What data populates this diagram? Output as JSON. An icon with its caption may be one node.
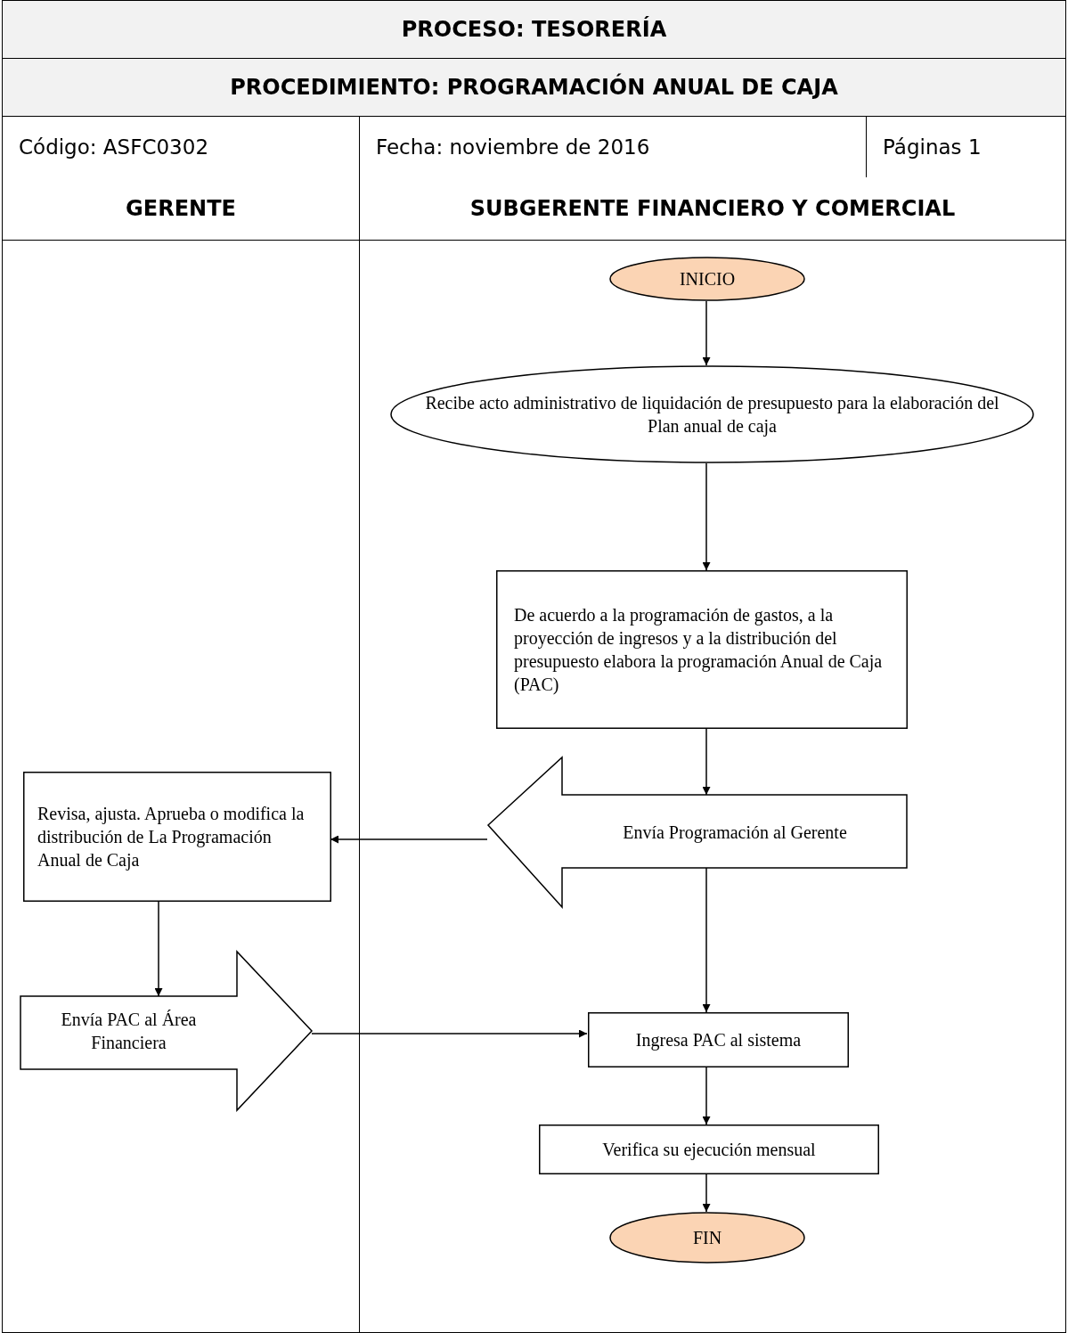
{
  "diagram": {
    "title": "PROCESO: TESORERÍA",
    "nodes": [
      {
        "text": [
          "GERENTE"
        ]
      },
      {
        "text": [
          "SUBGERENTE FINANCIERO Y COMERCIAL"
        ]
      },
      {
        "text": [
          "INICIO"
        ],
        "in": 1
      },
      {
        "text": [
          "Recibe acto administrativo de liquidación de presupuesto para la elaboración del Plan anual de caja"
        ],
        "in": 1
      },
      {
        "text": [
          "De acuerdo a la programación de gastos, a la proyección de ingresos y a la distribución del presupuesto elabora la programación Anual de Caja (PAC)"
        ],
        "in": 1
      },
      {
        "text": [
          "Envía Programación al Gerente"
        ],
        "in": 1
      },
      {
        "text": [
          "Revisa, ajusta. Aprueba o modifica la distribución de La Programación Anual de Caja"
        ],
        "in": 0
      },
      {
        "text": [
          "Envía PAC al Área Financiera"
        ],
        "in": 0
      },
      {
        "text": [
          "Ingresa PAC al sistema"
        ],
        "in": 1
      },
      {
        "text": [
          "Verifica su ejecución mensual"
        ],
        "in": 1
      },
      {
        "text": [
          "FIN"
        ],
        "in": 1
      }
    ],
    "edges": [
      {
        "from": 2,
        "to": 3,
        "arrow": "to"
      },
      {
        "from": 3,
        "to": 4,
        "arrow": "to"
      },
      {
        "from": 4,
        "to": 5,
        "arrow": "to"
      },
      {
        "from": 5,
        "to": 6,
        "arrow": "to"
      },
      {
        "from": 6,
        "to": 7,
        "arrow": "to"
      },
      {
        "from": 7,
        "to": 8,
        "arrow": "to"
      },
      {
        "from": 5,
        "to": 8,
        "arrow": "to"
      },
      {
        "from": 8,
        "to": 9,
        "arrow": "to"
      },
      {
        "from": 9,
        "to": 10,
        "arrow": "to"
      }
    ],
    "labels": [
      "PROCEDIMIENTO: PROGRAMACIÓN ANUAL DE CAJA",
      "Código: ASFC0302",
      "Fecha: noviembre de 2016",
      "Páginas 1"
    ]
  }
}
